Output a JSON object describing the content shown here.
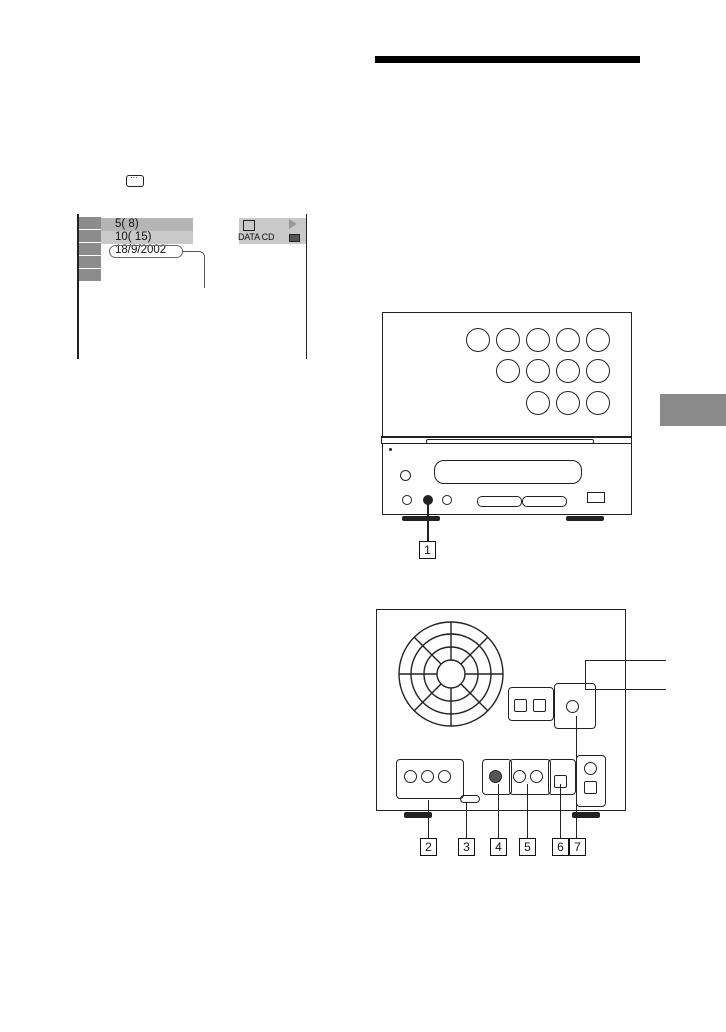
{
  "display_icon_glyph": "···",
  "osd": {
    "row1_value": "5(   8)",
    "row2_value": "10(  15)",
    "row3_value": "18/9/2002",
    "media_label": "DATA CD"
  },
  "callouts": [
    "1",
    "2",
    "3",
    "4",
    "5",
    "6",
    "7"
  ],
  "icons": {
    "display": "display-button-icon",
    "repeat": "repeat-icon",
    "play": "play-icon",
    "mode": "jpeg-mode-icon"
  },
  "colors": {
    "tab_gray": "#8a8a8a",
    "highlight": "#c9c9c9"
  }
}
